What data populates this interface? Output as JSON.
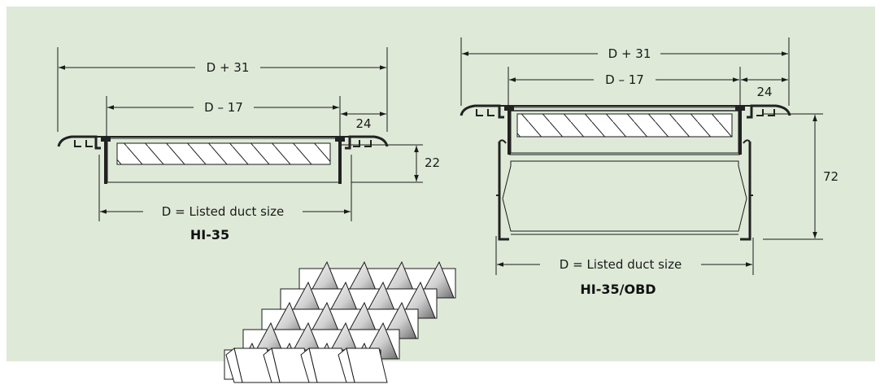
{
  "colors": {
    "panel": "#dfe9d8",
    "line": "#1a1a1a",
    "profile": "#222222",
    "blade_white": "#ffffff",
    "blade_shade": "#7a7a7a"
  },
  "hi35": {
    "dim_total": "D + 31",
    "dim_inner": "D – 17",
    "dim_side": "24",
    "dim_height": "22",
    "dim_duct": "D = Listed duct size",
    "caption": "HI-35"
  },
  "hi35obd": {
    "dim_total": "D + 31",
    "dim_inner": "D – 17",
    "dim_side": "24",
    "dim_height": "72",
    "dim_duct": "D = Listed duct size",
    "caption": "HI-35/OBD"
  }
}
